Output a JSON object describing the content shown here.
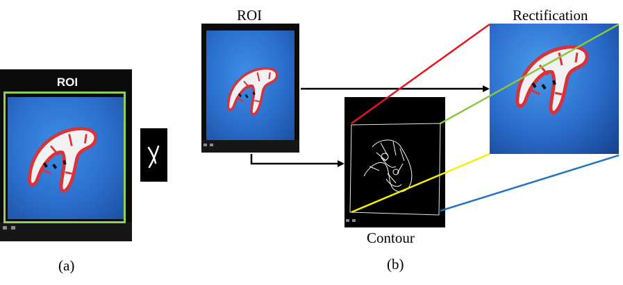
{
  "panel_a": {
    "roi_label": "ROI",
    "letter_glyph": "X",
    "caption": "(a)"
  },
  "panel_b": {
    "roi_title": "ROI",
    "rectification_title": "Rectification",
    "contour_title": "Contour",
    "caption": "(b)"
  },
  "colors": {
    "roi_box": "#8fd05a",
    "line_red": "#e8141c",
    "line_green": "#8cc63f",
    "line_yellow": "#f4f000",
    "line_blue": "#1f74c2",
    "kite_red": "#d8323a",
    "kite_white": "#f1f1f1"
  }
}
